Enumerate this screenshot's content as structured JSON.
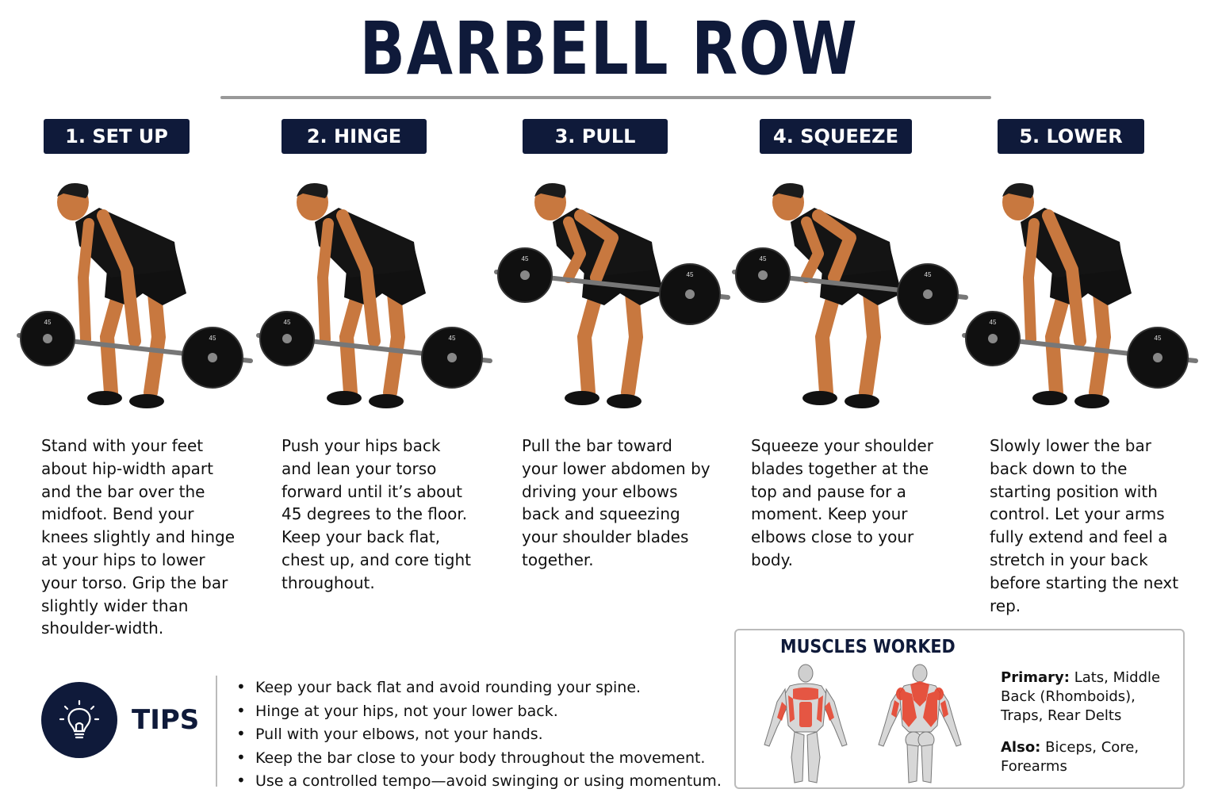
{
  "title": "BARBELL ROW",
  "steps": [
    {
      "label": "1. SET UP",
      "description": "Stand with your feet about hip-width apart and the bar over the midfoot. Bend your knees slightly and hinge at your hips to lower your torso. Grip the bar slightly wider than shoulder-width."
    },
    {
      "label": "2. HINGE",
      "description": "Push your hips back and lean your torso forward until it’s about 45 degrees to the floor. Keep your back flat, chest up, and core tight throughout."
    },
    {
      "label": "3. PULL",
      "description": "Pull the bar toward your lower abdomen by driving your elbows back and squeezing your shoulder blades together."
    },
    {
      "label": "4. SQUEEZE",
      "description": "Squeeze your shoulder blades together at the top and pause for a moment. Keep your elbows close to your body."
    },
    {
      "label": "5. LOWER",
      "description": "Slowly lower the bar back down to the starting position with control. Let your arms fully extend and feel a stretch in your back before starting the next rep."
    }
  ],
  "plate_text": "45",
  "tips": {
    "title": "TIPS",
    "icon": "lightbulb-icon",
    "items": [
      "Keep your back flat and avoid rounding your spine.",
      "Hinge at your hips, not your lower back.",
      "Pull with your elbows, not your hands.",
      "Keep the bar close to your body throughout the movement.",
      "Use a controlled tempo—avoid swinging or using momentum."
    ]
  },
  "muscles": {
    "title": "MUSCLES WORKED",
    "primary_label": "Primary:",
    "primary_text": "Lats, Middle Back (Rhomboids), Traps, Rear Delts",
    "also_label": "Also:",
    "also_text": "Biceps, Core, Forearms"
  },
  "colors": {
    "navy": "#0f1a3a",
    "muscle_highlight": "#e8402a",
    "skin": "#c8783f"
  }
}
